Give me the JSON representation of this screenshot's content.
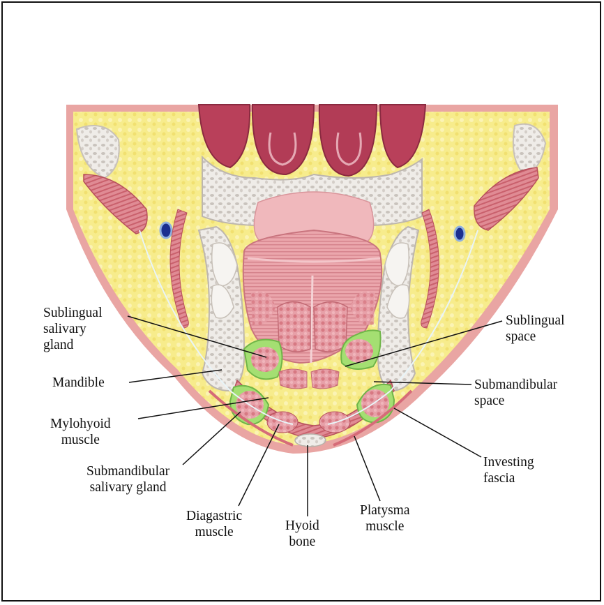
{
  "labels": {
    "sublingual_salivary_gland": "Sublingual\nsalivary\ngland",
    "mandible": "Mandible",
    "mylohyoid_muscle": "Mylohyoid\nmuscle",
    "submandibular_salivary_gland": "Submandibular\nsalivary gland",
    "diagastric_muscle": "Diagastric\nmuscle",
    "hyoid_bone": "Hyoid\nbone",
    "platysma_muscle": "Platysma\nmuscle",
    "investing_fascia": "Investing\nfascia",
    "submandibular_space": "Submandibular\nspace",
    "sublingual_space": "Sublingual\nspace"
  },
  "colors": {
    "fat": "#f6ea86",
    "skin": "#eaa6a6",
    "bone": "#ebe7e2",
    "muscle": "#d9777f",
    "tongue": "#e49aa0",
    "tooth": "#b23c56",
    "space_green": "#9fdc6a"
  }
}
